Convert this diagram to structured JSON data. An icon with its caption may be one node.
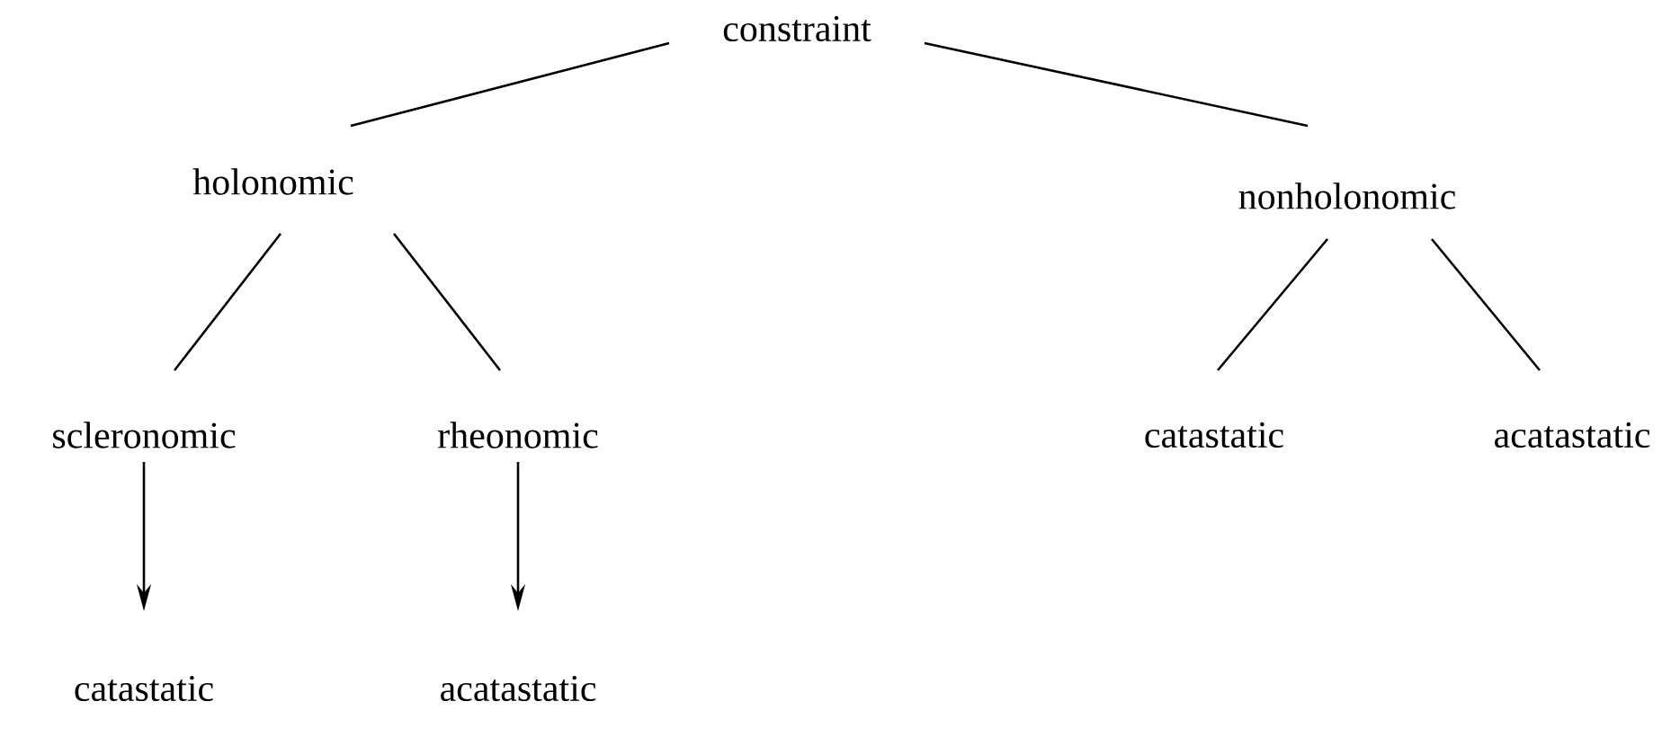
{
  "diagram": {
    "nodes": [
      {
        "text": [
          "constraint"
        ]
      },
      {
        "text": [
          "holonomic"
        ]
      },
      {
        "text": [
          "nonholonomic"
        ]
      },
      {
        "text": [
          "scleronomic"
        ]
      },
      {
        "text": [
          "rheonomic"
        ]
      },
      {
        "text": [
          "catastatic"
        ]
      },
      {
        "text": [
          "acatastatic"
        ]
      },
      {
        "text": [
          "catastatic"
        ]
      },
      {
        "text": [
          "acatastatic"
        ]
      }
    ],
    "edges": [
      {
        "from": 0,
        "to": 1,
        "arrow": "none"
      },
      {
        "from": 0,
        "to": 2,
        "arrow": "none"
      },
      {
        "from": 1,
        "to": 3,
        "arrow": "none"
      },
      {
        "from": 1,
        "to": 4,
        "arrow": "none"
      },
      {
        "from": 2,
        "to": 5,
        "arrow": "none"
      },
      {
        "from": 2,
        "to": 6,
        "arrow": "none"
      },
      {
        "from": 3,
        "to": 7,
        "arrow": "to"
      },
      {
        "from": 4,
        "to": 8,
        "arrow": "to"
      }
    ]
  }
}
